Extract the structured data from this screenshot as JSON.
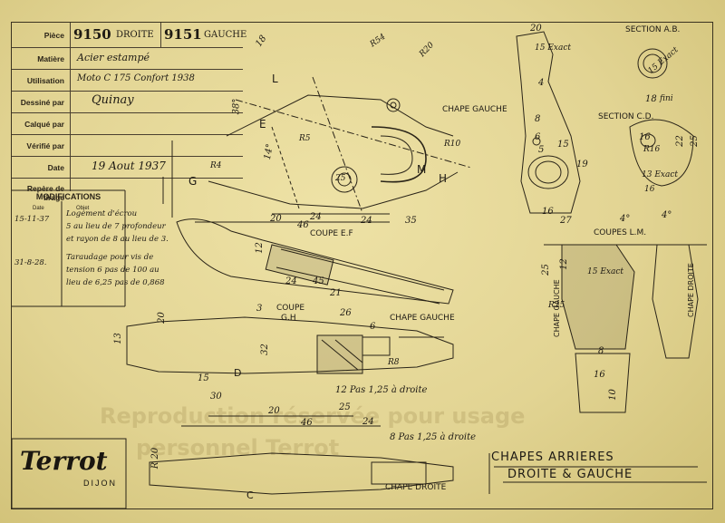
{
  "title_block": {
    "rows": [
      {
        "label": "Pièce",
        "value": ""
      },
      {
        "label": "Matière",
        "value": "Acier estampé"
      },
      {
        "label": "Utilisation",
        "value": "Moto C 175 Confort 1938"
      },
      {
        "label": "Dessiné par",
        "value": "Quinay"
      },
      {
        "label": "Calqué par",
        "value": ""
      },
      {
        "label": "Vérifié par",
        "value": ""
      },
      {
        "label": "Date",
        "value": "19 Aout 1937"
      },
      {
        "label": "Repère de tirage",
        "value": ""
      }
    ],
    "piece_number_right": "9150",
    "piece_side_right": "DROITE",
    "piece_number_left": "9151",
    "piece_side_left": "GAUCHE"
  },
  "modifications": {
    "title": "MODIFICATIONS",
    "date_header": "Date",
    "object_header": "Objet",
    "entries": [
      {
        "date": "15-11-37",
        "lines": [
          "Logement d'écrou",
          "5 au lieu de 7 profondeur",
          "et rayon de 8 au lieu de 3."
        ]
      },
      {
        "date": "31-8-28.",
        "lines": [
          "Taraudage pour vis de",
          "tension 6 pas de 100 au",
          "lieu de 6,25 pas de 0,868"
        ]
      }
    ]
  },
  "drawing": {
    "title_line1": "CHAPES ARRIERES",
    "title_line2": "DROITE & GAUCHE",
    "labels": {
      "section_ab": "SECTION A.B.",
      "section_cd": "SECTION C.D.",
      "chape_gauche_top": "CHAPE GAUCHE",
      "chape_gauche_mid": "CHAPE GAUCHE",
      "chape_gauche_vert": "CHAPE GAUCHE",
      "chape_droite_vert": "CHAPE DROITE",
      "chape_droite_bottom": "CHAPE DROITE",
      "coupe_ef": "COUPE E.F",
      "coupe_gh_1": "COUPE",
      "coupe_gh_2": "G.H",
      "coupes_lm": "COUPES L.M.",
      "pas_1": "12 Pas 1,25 à droite",
      "pas_2": "8 Pas 1,25 à droite",
      "letter_l": "L",
      "letter_m": "M",
      "letter_h": "H",
      "letter_g": "G",
      "letter_e": "E",
      "letter_d": "D",
      "letter_c": "C"
    },
    "dims": [
      "20",
      "18",
      "15 Exact",
      "4",
      "18",
      "15 Exact",
      "8",
      "6",
      "5",
      "15",
      "25",
      "24",
      "35",
      "46",
      "24",
      "45",
      "21",
      "24",
      "19",
      "27",
      "16",
      "4°",
      "4°",
      "25",
      "12",
      "15 Exact",
      "16",
      "22",
      "25",
      "13 Exact",
      "16",
      "R4",
      "R54",
      "R20",
      "R16",
      "R10",
      "R8",
      "R5",
      "R25",
      "38°",
      "14°",
      "13",
      "12",
      "30",
      "15",
      "20",
      "26",
      "24",
      "46",
      "25",
      "3",
      "32",
      "6",
      "20",
      "20",
      "10",
      "8",
      "16",
      "R 20"
    ],
    "dim_fini": "fini",
    "dim_exact": "Exact"
  },
  "brand": {
    "logo": "Terrot",
    "city": "DIJON"
  },
  "watermarks": [
    "Reproduction réservée pour usage",
    "personnel Terrot"
  ]
}
